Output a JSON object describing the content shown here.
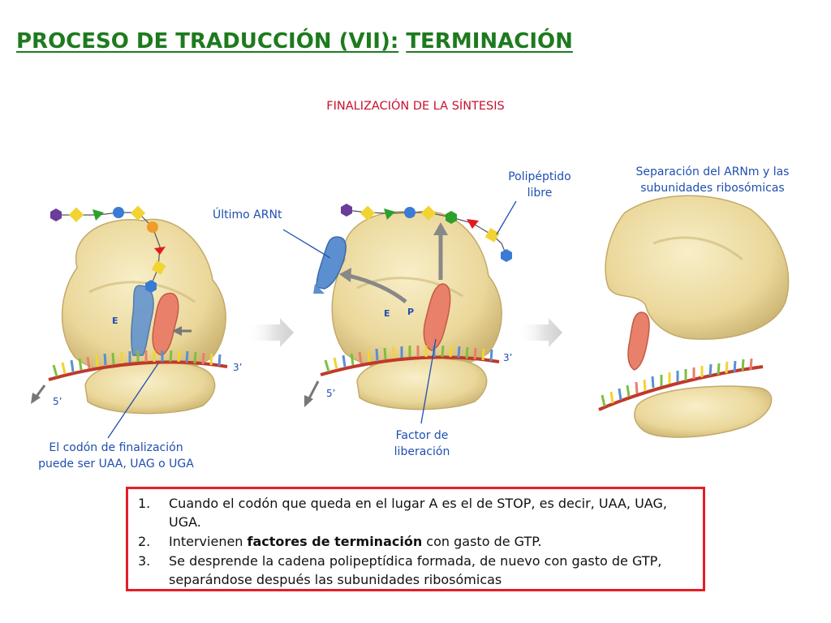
{
  "title_part1": "PROCESO DE TRADUCCIÓN (VII):",
  "title_part2": "TERMINACIÓN",
  "subtitle": "FINALIZACIÓN DE LA SÍNTESIS",
  "labels": {
    "ultimo_arnt": "Último ARNt",
    "polipeptido_1": "Polipéptido",
    "polipeptido_2": "libre",
    "separacion_1": "Separación del ARNm y las",
    "separacion_2": "subunidades ribosómicas",
    "codon_1": "El codón de finalización",
    "codon_2": "puede ser UAA, UAG o UGA",
    "factor_1": "Factor de",
    "factor_2": "liberación"
  },
  "sites": {
    "e1": "E",
    "e2": "E",
    "p2": "P"
  },
  "ends": {
    "three_1": "3’",
    "five_1": "5’",
    "three_2": "3’",
    "five_2": "5’"
  },
  "list": [
    {
      "num": "1.",
      "text": "Cuando el codón que queda en el lugar A es el de STOP, es decir, UAA, UAG, UGA."
    },
    {
      "num": "2.",
      "pre": "Intervienen ",
      "bold": "factores de terminación",
      "post": " con gasto de GTP."
    },
    {
      "num": "3.",
      "text": "Se desprende la cadena polipeptídica formada, de nuevo con gasto de GTP, separándose después las subunidades ribosómicas"
    }
  ],
  "colors": {
    "title": "#1e7a1e",
    "subtitle": "#c8102e",
    "labels": "#1f4fb0",
    "box_border": "#e41e26",
    "ribosome": "#efe0a8",
    "mrna": "#c0392b",
    "release_factor": "#e8806a",
    "trna": "#5b8fd0"
  }
}
